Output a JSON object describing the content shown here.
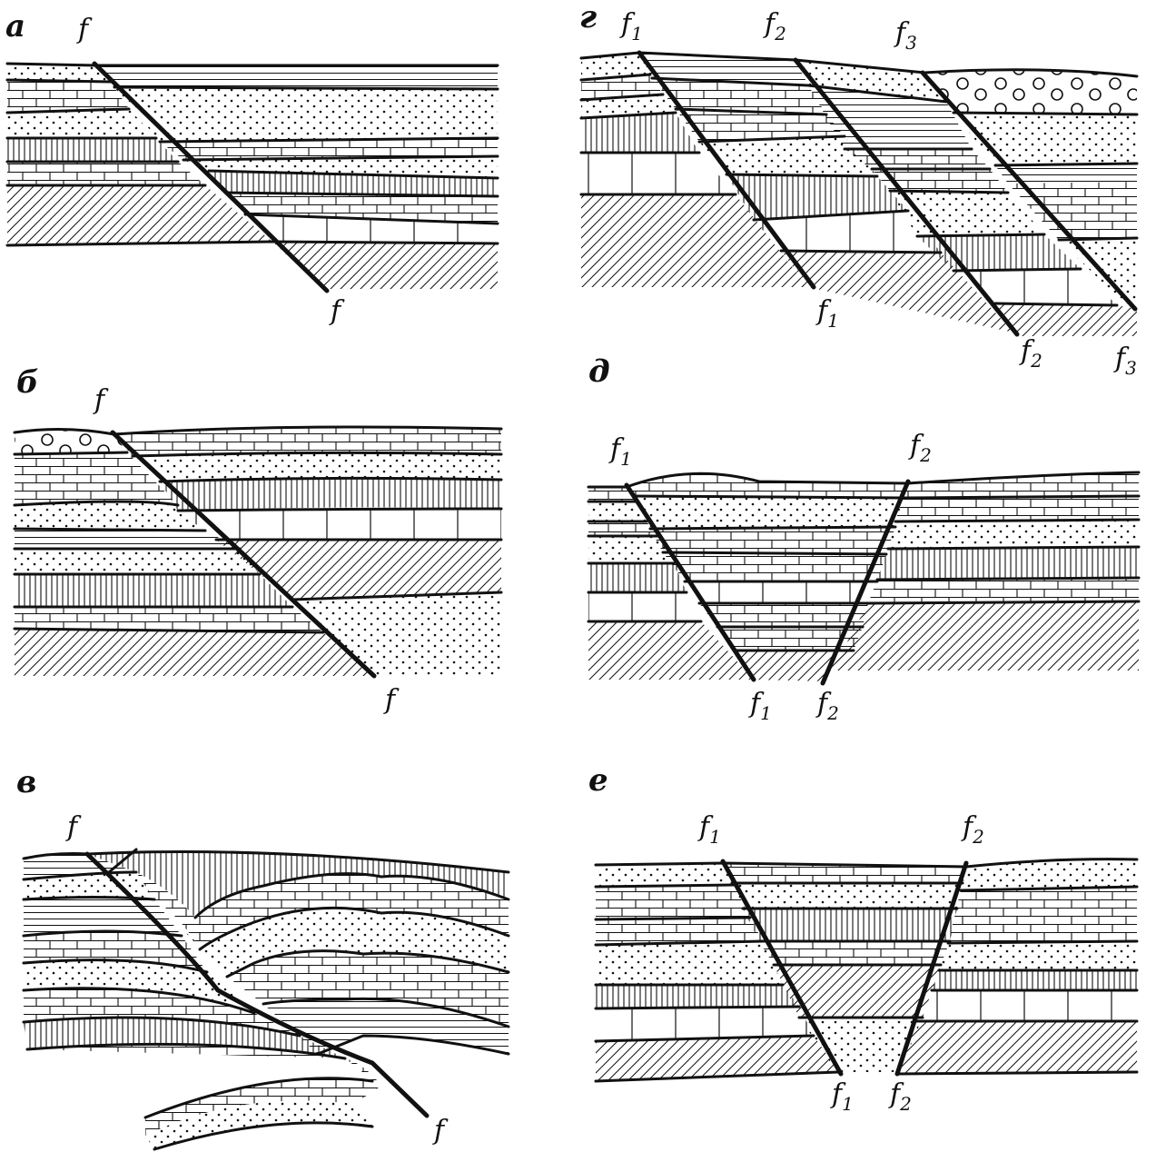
{
  "panels": [
    {
      "key": "a",
      "label": "а",
      "faults": [
        {
          "top": "f",
          "bottom": "f"
        }
      ]
    },
    {
      "key": "b",
      "label": "б",
      "faults": [
        {
          "top": "f",
          "bottom": "f"
        }
      ]
    },
    {
      "key": "v",
      "label": "в",
      "faults": [
        {
          "top": "f",
          "bottom": "f"
        }
      ]
    },
    {
      "key": "g",
      "label": "г",
      "faults": [
        {
          "top": "f",
          "sub": "1"
        },
        {
          "top": "f",
          "sub": "2"
        },
        {
          "top": "f",
          "sub": "3"
        }
      ]
    },
    {
      "key": "d",
      "label": "д",
      "faults": [
        {
          "top": "f",
          "sub": "1"
        },
        {
          "top": "f",
          "sub": "2"
        }
      ]
    },
    {
      "key": "e",
      "label": "е",
      "faults": [
        {
          "top": "f",
          "sub": "1"
        },
        {
          "top": "f",
          "sub": "2"
        }
      ]
    }
  ],
  "colors": {
    "ink": "#111111",
    "paper": "#ffffff"
  }
}
